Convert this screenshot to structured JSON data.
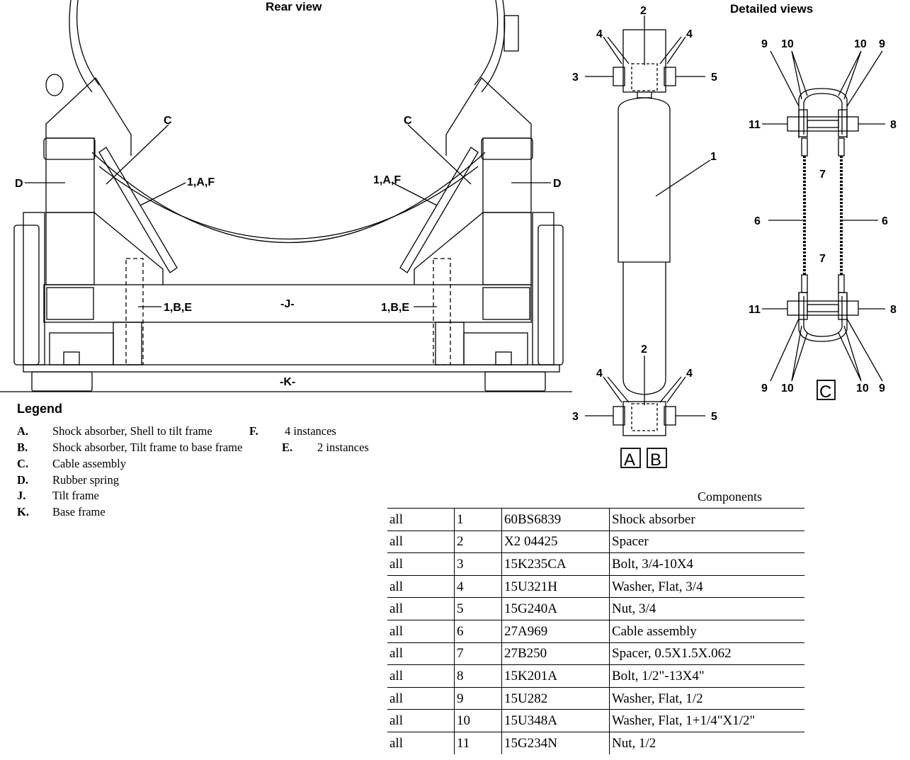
{
  "rear_view": {
    "title": "Rear view",
    "labels": {
      "c_left": "C",
      "c_right": "C",
      "d_left": "D",
      "d_right": "D",
      "af_left": "1,A,F",
      "af_right": "1,A,F",
      "be_left": "1,B,E",
      "be_right": "1,B,E",
      "j": "-J-",
      "k": "-K-"
    }
  },
  "detailed_views": {
    "title": "Detailed views",
    "shock": {
      "n2_top": "2",
      "n4_tl": "4",
      "n4_tr": "4",
      "n3_top": "3",
      "n5_top": "5",
      "n1": "1",
      "n2_bot": "2",
      "n4_bl": "4",
      "n4_br": "4",
      "n3_bot": "3",
      "n5_bot": "5",
      "box_a": "A",
      "box_b": "B"
    },
    "cable": {
      "n9_tl": "9",
      "n10_tl": "10",
      "n10_tr": "10",
      "n9_tr": "9",
      "n11_t": "11",
      "n8_t": "8",
      "n7_t": "7",
      "n6_l": "6",
      "n6_r": "6",
      "n7_b": "7",
      "n11_b": "11",
      "n8_b": "8",
      "n9_bl": "9",
      "n10_bl": "10",
      "n10_br": "10",
      "n9_br": "9",
      "box_c": "C"
    }
  },
  "legend": {
    "title": "Legend",
    "items": [
      {
        "key": "A.",
        "text": "Shock absorber, Shell to tilt frame"
      },
      {
        "key": "B.",
        "text": "Shock absorber, Tilt frame to base frame"
      },
      {
        "key": "C.",
        "text": "Cable assembly"
      },
      {
        "key": "D.",
        "text": "Rubber spring"
      },
      {
        "key": "J.",
        "text": "Tilt frame"
      },
      {
        "key": "K.",
        "text": "Base frame"
      }
    ],
    "instances": [
      {
        "key": "F.",
        "text": "4 instances"
      },
      {
        "key": "E.",
        "text": "2 instances"
      }
    ]
  },
  "components": {
    "title": "Components",
    "rows": [
      [
        "all",
        "1",
        "60BS6839",
        "Shock absorber"
      ],
      [
        "all",
        "2",
        "X2 04425",
        "Spacer"
      ],
      [
        "all",
        "3",
        "15K235CA",
        "Bolt, 3/4-10X4"
      ],
      [
        "all",
        "4",
        "15U321H",
        "Washer, Flat, 3/4"
      ],
      [
        "all",
        "5",
        "15G240A",
        "Nut, 3/4"
      ],
      [
        "all",
        "6",
        "27A969",
        "Cable assembly"
      ],
      [
        "all",
        "7",
        "27B250",
        "Spacer, 0.5X1.5X.062"
      ],
      [
        "all",
        "8",
        "15K201A",
        "Bolt, 1/2\"-13X4\""
      ],
      [
        "all",
        "9",
        "15U282",
        "Washer, Flat, 1/2"
      ],
      [
        "all",
        "10",
        "15U348A",
        "Washer, Flat, 1+1/4\"X1/2\""
      ],
      [
        "all",
        "11",
        "15G234N",
        "Nut, 1/2"
      ]
    ]
  }
}
